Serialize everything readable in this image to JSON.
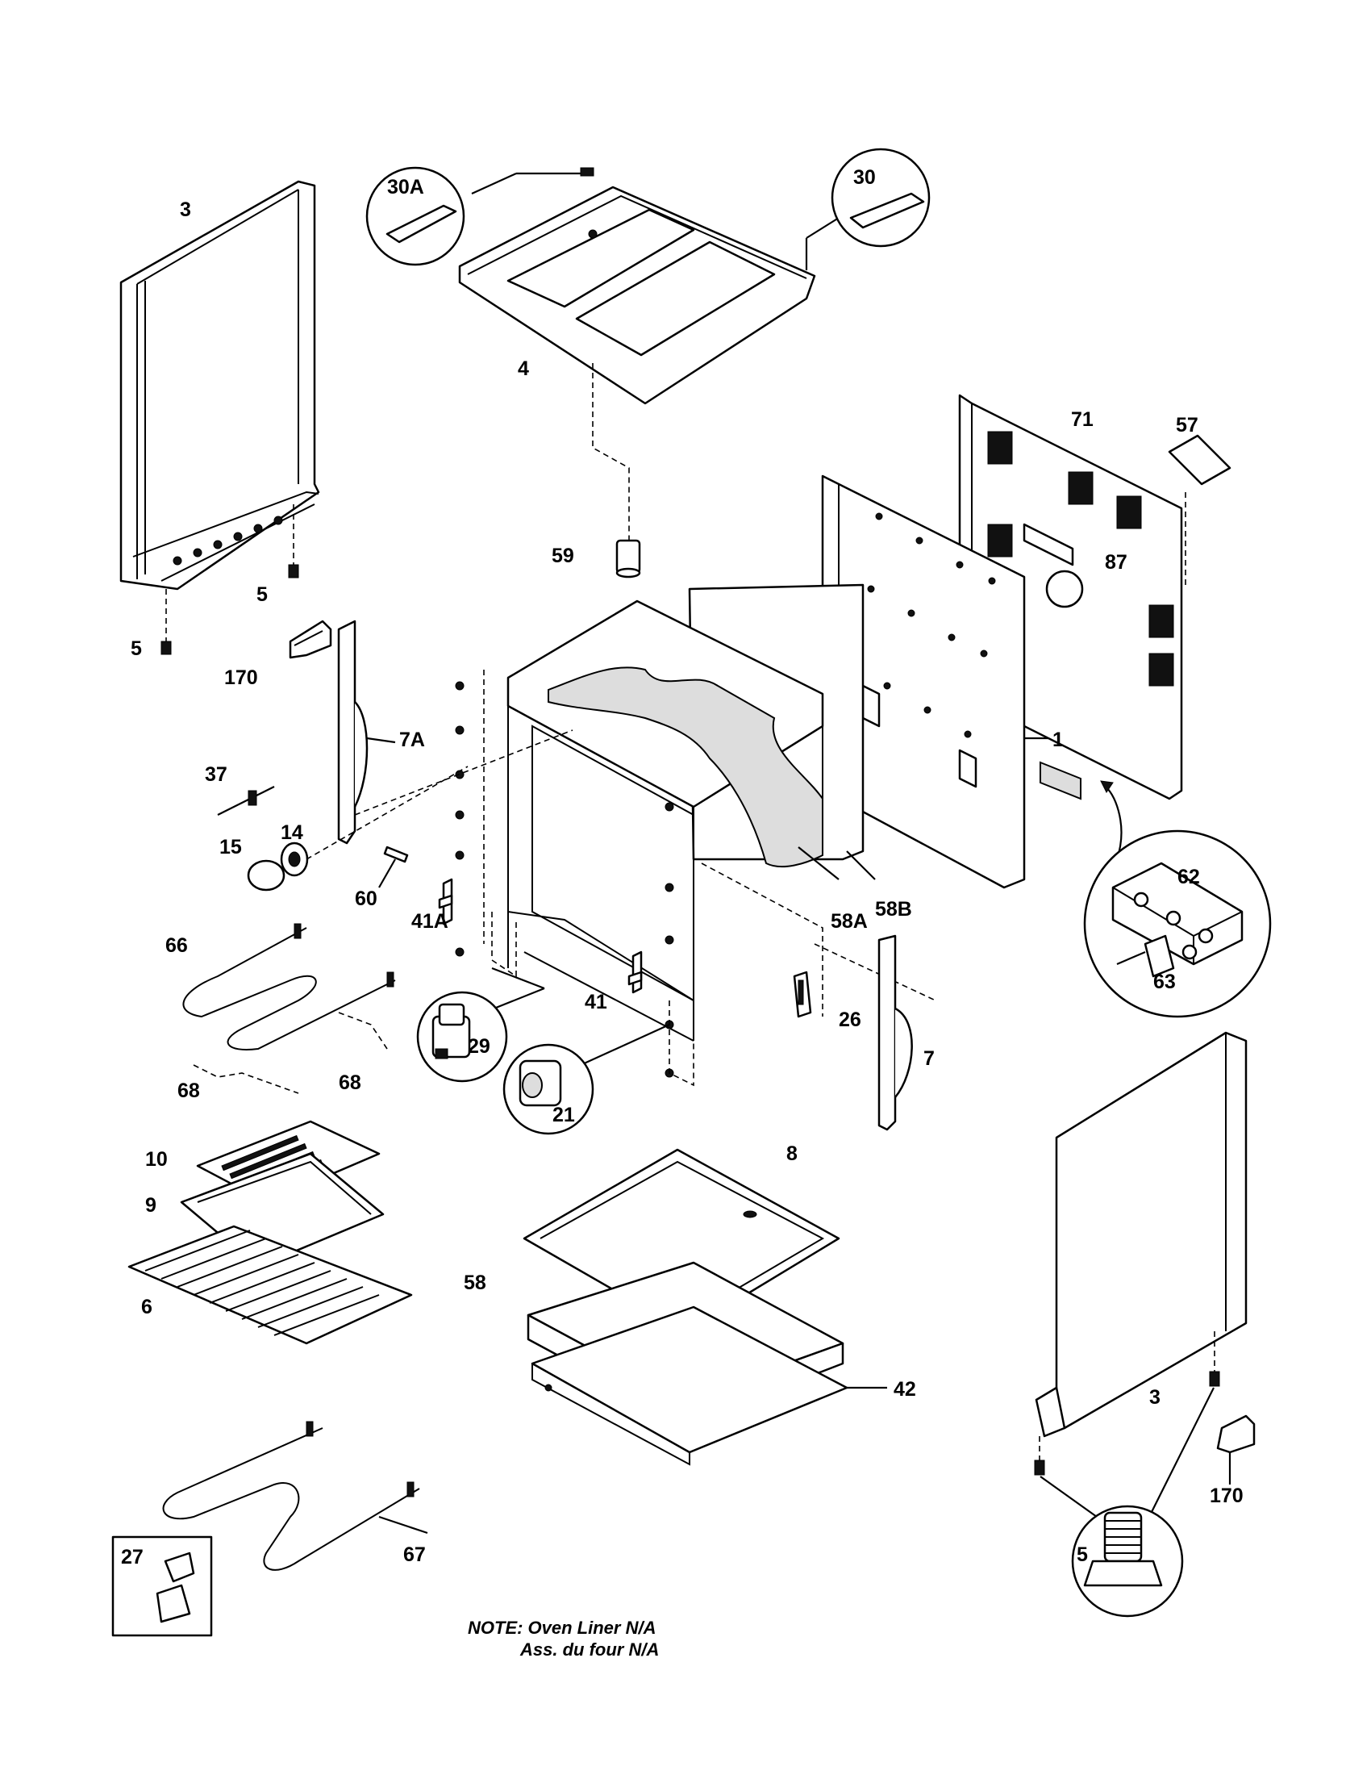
{
  "diagram": {
    "callouts": [
      "3",
      "4",
      "30A",
      "30",
      "57",
      "71",
      "87",
      "59",
      "5",
      "5",
      "170",
      "7A",
      "37",
      "15",
      "14",
      "60",
      "41A",
      "58A",
      "58B",
      "1",
      "62",
      "63",
      "66",
      "68",
      "68",
      "29",
      "41",
      "21",
      "26",
      "7",
      "10",
      "9",
      "6",
      "8",
      "58",
      "42",
      "3",
      "170",
      "5",
      "67",
      "27"
    ],
    "note": {
      "line1": "NOTE: Oven Liner N/A",
      "line2": "Ass. du four N/A"
    }
  }
}
